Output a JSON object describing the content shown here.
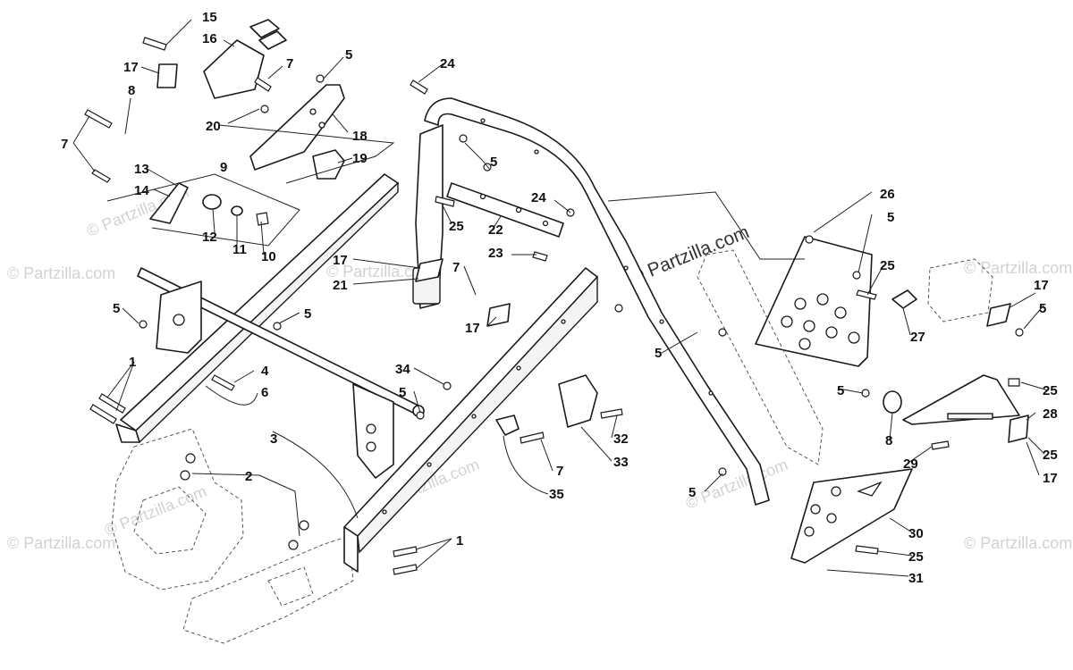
{
  "watermark": {
    "main": "© Partzilla.com",
    "faint": "© Partzilla.com"
  },
  "callouts": [
    {
      "id": "c15",
      "text": "15"
    },
    {
      "id": "c16",
      "text": "16"
    },
    {
      "id": "c17a",
      "text": "17"
    },
    {
      "id": "c7a",
      "text": "7"
    },
    {
      "id": "c5a",
      "text": "5"
    },
    {
      "id": "c8a",
      "text": "8"
    },
    {
      "id": "c20",
      "text": "20"
    },
    {
      "id": "c18",
      "text": "18"
    },
    {
      "id": "c19",
      "text": "19"
    },
    {
      "id": "c7b",
      "text": "7"
    },
    {
      "id": "c13",
      "text": "13"
    },
    {
      "id": "c9",
      "text": "9"
    },
    {
      "id": "c14",
      "text": "14"
    },
    {
      "id": "c12",
      "text": "12"
    },
    {
      "id": "c11",
      "text": "11"
    },
    {
      "id": "c10",
      "text": "10"
    },
    {
      "id": "c24a",
      "text": "24"
    },
    {
      "id": "c5b",
      "text": "5"
    },
    {
      "id": "c24b",
      "text": "24"
    },
    {
      "id": "c25a",
      "text": "25"
    },
    {
      "id": "c22",
      "text": "22"
    },
    {
      "id": "c23",
      "text": "23"
    },
    {
      "id": "c26",
      "text": "26"
    },
    {
      "id": "c5c",
      "text": "5"
    },
    {
      "id": "c25b",
      "text": "25"
    },
    {
      "id": "c17b",
      "text": "17"
    },
    {
      "id": "c21",
      "text": "21"
    },
    {
      "id": "c7c",
      "text": "7"
    },
    {
      "id": "c17c",
      "text": "17"
    },
    {
      "id": "c5d",
      "text": "5"
    },
    {
      "id": "c5e",
      "text": "5"
    },
    {
      "id": "c1a",
      "text": "1"
    },
    {
      "id": "c4",
      "text": "4"
    },
    {
      "id": "c6",
      "text": "6"
    },
    {
      "id": "c34",
      "text": "34"
    },
    {
      "id": "c5f",
      "text": "5"
    },
    {
      "id": "c3",
      "text": "3"
    },
    {
      "id": "c2",
      "text": "2"
    },
    {
      "id": "c7d",
      "text": "7"
    },
    {
      "id": "c35",
      "text": "35"
    },
    {
      "id": "c32",
      "text": "32"
    },
    {
      "id": "c33",
      "text": "33"
    },
    {
      "id": "c1b",
      "text": "1"
    },
    {
      "id": "c5g",
      "text": "5"
    },
    {
      "id": "c27",
      "text": "27"
    },
    {
      "id": "c17d",
      "text": "17"
    },
    {
      "id": "c5h",
      "text": "5"
    },
    {
      "id": "c5i",
      "text": "5"
    },
    {
      "id": "c25c",
      "text": "25"
    },
    {
      "id": "c8b",
      "text": "8"
    },
    {
      "id": "c28",
      "text": "28"
    },
    {
      "id": "c29",
      "text": "29"
    },
    {
      "id": "c25d",
      "text": "25"
    },
    {
      "id": "c17e",
      "text": "17"
    },
    {
      "id": "c5j",
      "text": "5"
    },
    {
      "id": "c30",
      "text": "30"
    },
    {
      "id": "c25e",
      "text": "25"
    },
    {
      "id": "c31",
      "text": "31"
    }
  ]
}
